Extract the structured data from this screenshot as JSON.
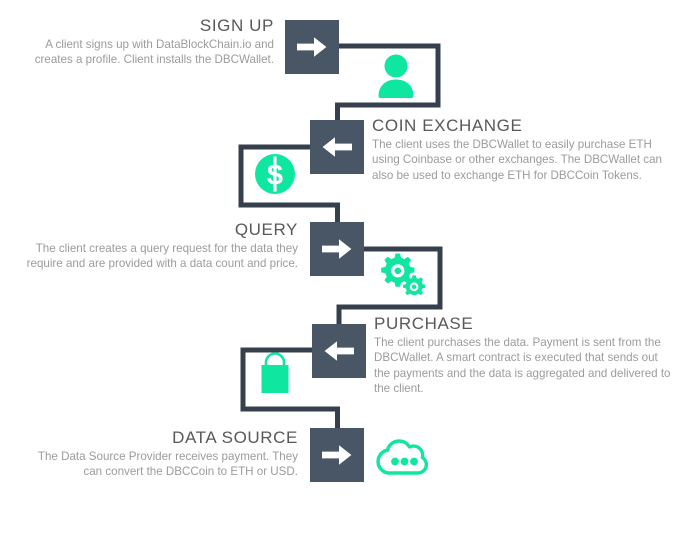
{
  "diagram": {
    "title": "DataBlockChain.io process flow",
    "colors": {
      "node_box": "#495666",
      "connector": "#36404d",
      "accent_green": "#0fe6a0",
      "title_text": "#58585a",
      "body_text": "#9b9b9e",
      "background": "#ffffff",
      "arrow_fill": "#ffffff"
    },
    "steps": [
      {
        "id": "sign-up",
        "title": "SIGN UP",
        "body": "A client signs up with DataBlockChain.io and creates a profile. Client installs the DBCWallet.",
        "arrow_direction": "right",
        "icon": "person-icon",
        "text_side": "left"
      },
      {
        "id": "coin-exchange",
        "title": "COIN EXCHANGE",
        "body": "The client uses the DBCWallet to easily purchase ETH using Coinbase or other exchanges. The DBCWallet can also be used to exchange ETH for DBCCoin Tokens.",
        "arrow_direction": "left",
        "icon": "dollar-coin-icon",
        "text_side": "right"
      },
      {
        "id": "query",
        "title": "QUERY",
        "body": "The client creates a query request for the data they require and are provided with a data count and price.",
        "arrow_direction": "right",
        "icon": "gears-icon",
        "text_side": "left"
      },
      {
        "id": "purchase",
        "title": "PURCHASE",
        "body": "The client purchases the data. Payment is sent from the DBCWallet. A smart contract is executed that sends out the payments and the data is aggregated and delivered to the client.",
        "arrow_direction": "left",
        "icon": "shopping-bag-icon",
        "text_side": "right"
      },
      {
        "id": "data-source",
        "title": "DATA SOURCE",
        "body": "The Data Source Provider receives payment. They can convert the DBCCoin to ETH or USD.",
        "arrow_direction": "right",
        "icon": "cloud-icon",
        "text_side": "left"
      }
    ]
  }
}
